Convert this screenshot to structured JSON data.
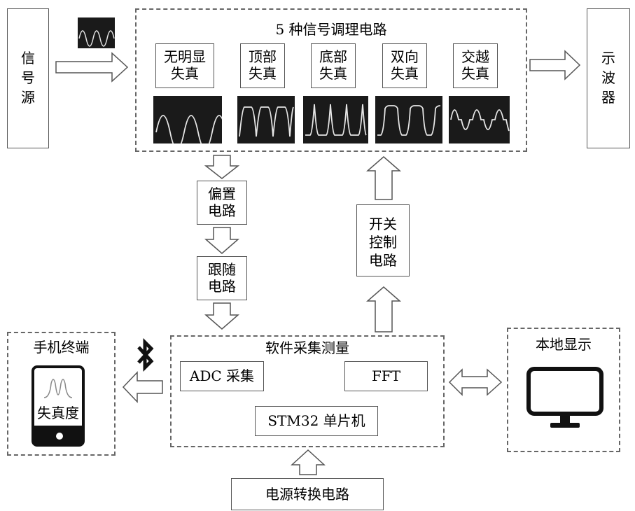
{
  "signal_source": {
    "label": "信\n号\n源"
  },
  "conditioning": {
    "title": "5 种信号调理电路",
    "circuits": [
      {
        "label": "无明显\n失真"
      },
      {
        "label": "顶部\n失真"
      },
      {
        "label": "底部\n失真"
      },
      {
        "label": "双向\n失真"
      },
      {
        "label": "交越\n失真"
      }
    ]
  },
  "oscilloscope": {
    "label": "示\n波\n器"
  },
  "bias_circuit": {
    "label": "偏置\n电路"
  },
  "follower_circuit": {
    "label": "跟随\n电路"
  },
  "switch_control": {
    "label": "开关\n控制\n电路"
  },
  "software": {
    "title": "软件采集测量",
    "adc": "ADC 采集",
    "fft": "FFT",
    "mcu": "STM32 单片机"
  },
  "phone": {
    "title": "手机终端",
    "screen_text": "失真度"
  },
  "local_display": {
    "title": "本地显示"
  },
  "power": {
    "label": "电源转换电路"
  },
  "colors": {
    "line": "#555555",
    "scope_bg": "#1a1a1a",
    "wave": "#e6e6e6"
  }
}
